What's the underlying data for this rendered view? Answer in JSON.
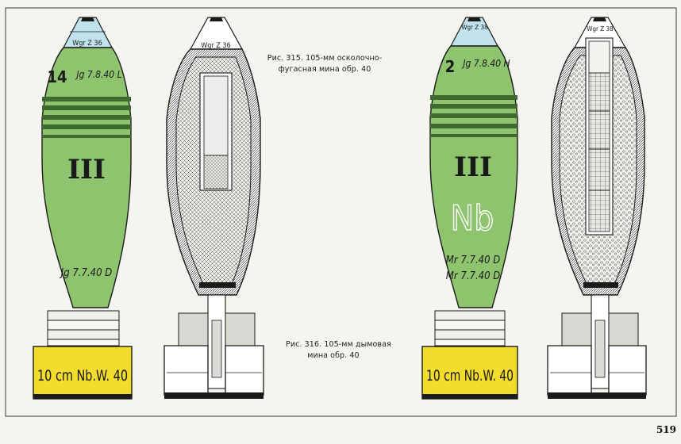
{
  "page_number": "519",
  "captions": [
    {
      "id": "fig315",
      "lines": [
        "Рис. 315. 105-мм осколочно-",
        "фугасная мина обр. 40"
      ]
    },
    {
      "id": "fig316",
      "lines": [
        "Рис. 316. 105-мм дымовая",
        "мина обр. 40"
      ]
    }
  ],
  "shells": [
    {
      "id": "he-exterior",
      "fuze": "Wgr Z 36",
      "top_marking": "14",
      "top_marking_sub": "Jg 7.8.40 L",
      "roman": "III",
      "lower_marking_1": "Jg 7.7.40 D",
      "base_label": "10 cm Nb.W. 40"
    },
    {
      "id": "he-section",
      "fuze": "Wgr Z 36"
    },
    {
      "id": "smoke-exterior",
      "fuze": "Wgr Z 38",
      "top_marking": "2",
      "top_marking_sub": "Jg 7.8.40 H",
      "roman": "III",
      "type_letters": "Nb",
      "lower_marking_1": "Mr 7.7.40 D",
      "lower_marking_2": "Mr 7.7.40 D",
      "base_label": "10 cm Nb.W. 40"
    },
    {
      "id": "smoke-section",
      "fuze": "Wgr Z 38"
    }
  ],
  "colors": {
    "body_green": "#8fc46e",
    "band_dark": "#3f6a2f",
    "base_yellow": "#f2dc2c",
    "fuze_blue": "#bfe2ec",
    "outline": "#1a1a1a"
  }
}
